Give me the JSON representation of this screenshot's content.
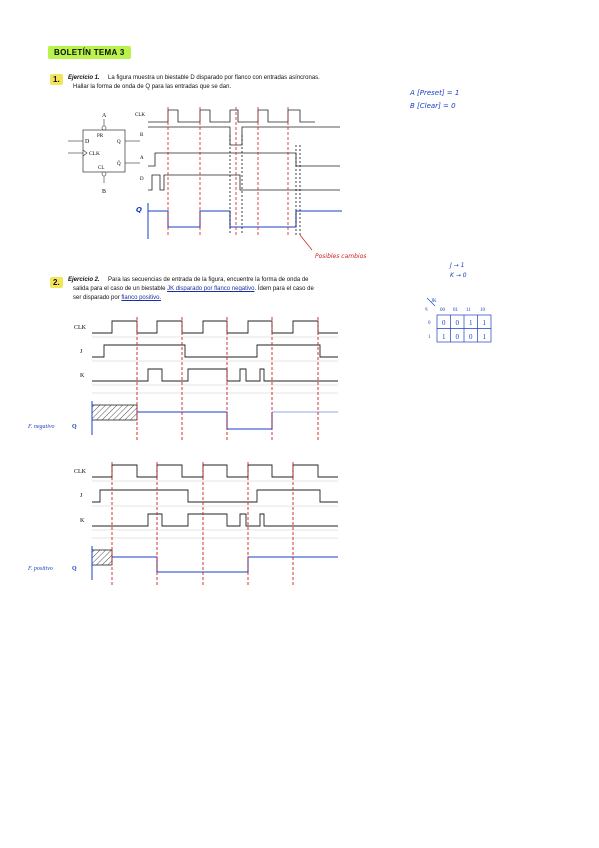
{
  "header": {
    "title": "BOLETÍN TEMA 3"
  },
  "ex1": {
    "number": "1.",
    "label": "Ejercicio 1.",
    "text1": "La figura muestra un biestable D disparado por flanco con entradas asíncronas.",
    "text2": "Hallar la forma de onda de Q para las entradas que se dan.",
    "flipflop": {
      "d": "D",
      "pr": "PR",
      "q": "Q",
      "clk": "CLK",
      "qbar": "Q̄",
      "cl": "CL",
      "a": "A",
      "b": "B"
    },
    "signals": {
      "clk": "CLK",
      "b": "B",
      "a": "A",
      "d": "D",
      "q": "Q"
    },
    "annot_note": "Posibles cambios",
    "side": {
      "line1": "A [Preset] = 1",
      "line2": "B [Clear] = 0"
    }
  },
  "ex2": {
    "number": "2.",
    "label": "Ejercicio 2.",
    "text1": "Para las secuencias de entrada de la figura, encuentre la forma de onda de",
    "text2_a": "salida para el caso de un biestable ",
    "text2_link": "JK disparado por flanco negativo",
    "text2_b": ". Ídem para el caso de",
    "text3_a": "ser disparado por ",
    "text3_link": "flanco positivo.",
    "signals": {
      "clk": "CLK",
      "j": "J",
      "k": "K",
      "q": "Q"
    },
    "label_neg": "F. negativo",
    "label_pos": "F. positivo",
    "side": {
      "line1": "J → 1",
      "line2": "K → 0"
    },
    "kmap": {
      "corner_top": "JK",
      "corner_left": "q",
      "cols": [
        "00",
        "01",
        "11",
        "10"
      ],
      "rows": [
        "0",
        "1"
      ],
      "cells": [
        [
          "0",
          "0",
          "1",
          "1"
        ],
        [
          "1",
          "0",
          "0",
          "1"
        ]
      ]
    }
  }
}
